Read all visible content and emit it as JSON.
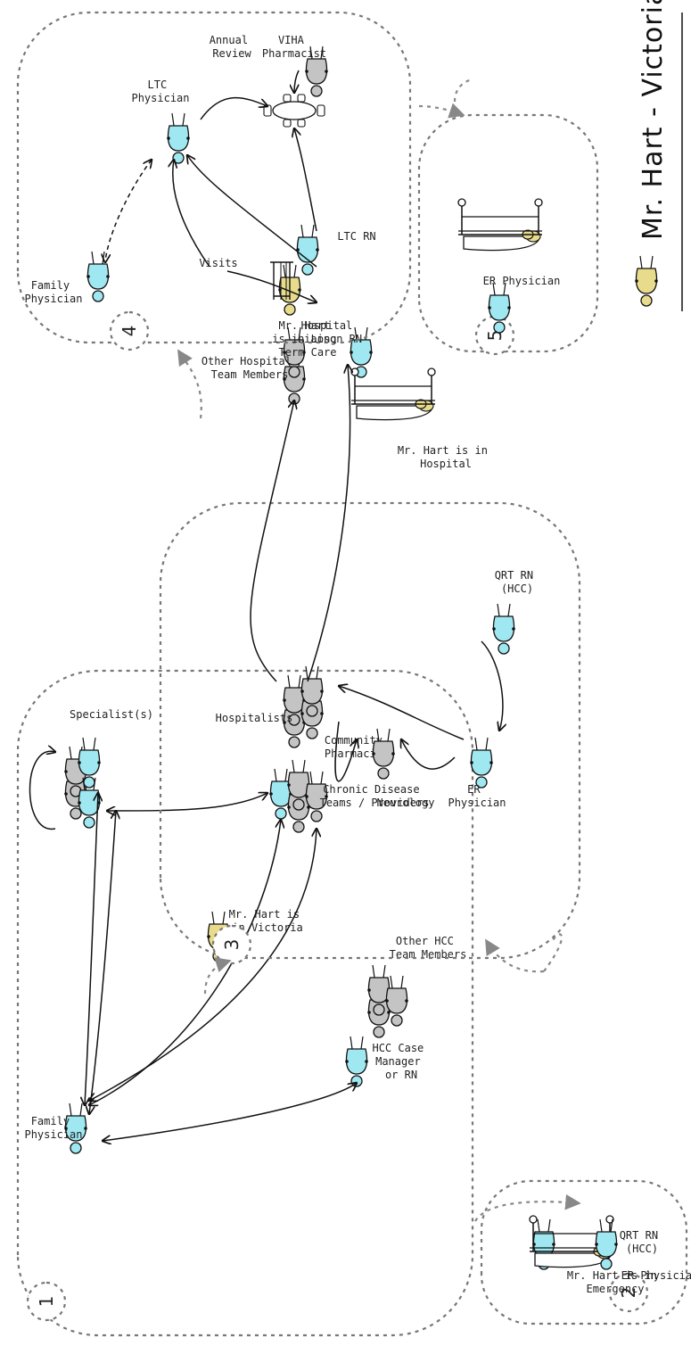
{
  "title": "Mr. Hart - Victoria",
  "colors": {
    "provider": "#9fe8f2",
    "patient": "#e8dc8c",
    "other": "#c4c4c4",
    "region_border": "#777777"
  },
  "scenes": [
    {
      "number": "1",
      "labels": {
        "specialists": "Specialist(s)",
        "community_pharmacist": [
          "Community",
          "Pharmacist"
        ],
        "family_physician": [
          "Family",
          "Physician"
        ],
        "patient": [
          "Mr. Hart is",
          "in Victoria"
        ],
        "chronic": [
          "Chronic Disease",
          "Teams / Providers"
        ],
        "hcc_case_manager": [
          "HCC Case",
          "Manager",
          "or RN"
        ],
        "other_hcc": [
          "Other HCC",
          "Team Members"
        ]
      }
    },
    {
      "number": "2",
      "labels": {
        "er_physician": "ER Physician",
        "patient": [
          "Mr. Hart is in",
          "Emergency"
        ],
        "qrt": [
          "QRT RN",
          "(HCC)"
        ]
      }
    },
    {
      "number": "3",
      "labels": {
        "hospitalists": "Hospitalists",
        "other_hospital": [
          "Other Hospital",
          "Team Members"
        ],
        "liaison": [
          "Hospital",
          "Liaison RN"
        ],
        "patient": [
          "Mr. Hart is in",
          "Hospital"
        ],
        "qrt": [
          "QRT RN",
          "(HCC)"
        ],
        "er_physician": [
          "ER",
          "Physician"
        ],
        "neurology": "Neurology"
      }
    },
    {
      "number": "4",
      "labels": {
        "family_physician": [
          "Family",
          "Physician"
        ],
        "ltc_physician": [
          "LTC",
          "Physician"
        ],
        "annual_review": [
          "Annual",
          "Review"
        ],
        "viha": [
          "VIHA",
          "Pharmacist"
        ],
        "visits": "Visits",
        "ltc_rn": "LTC RN",
        "patient": [
          "Mr. Hart",
          "is in Long",
          "Term Care"
        ]
      }
    },
    {
      "number": "5",
      "labels": {
        "er_physician": "ER Physician"
      }
    }
  ]
}
